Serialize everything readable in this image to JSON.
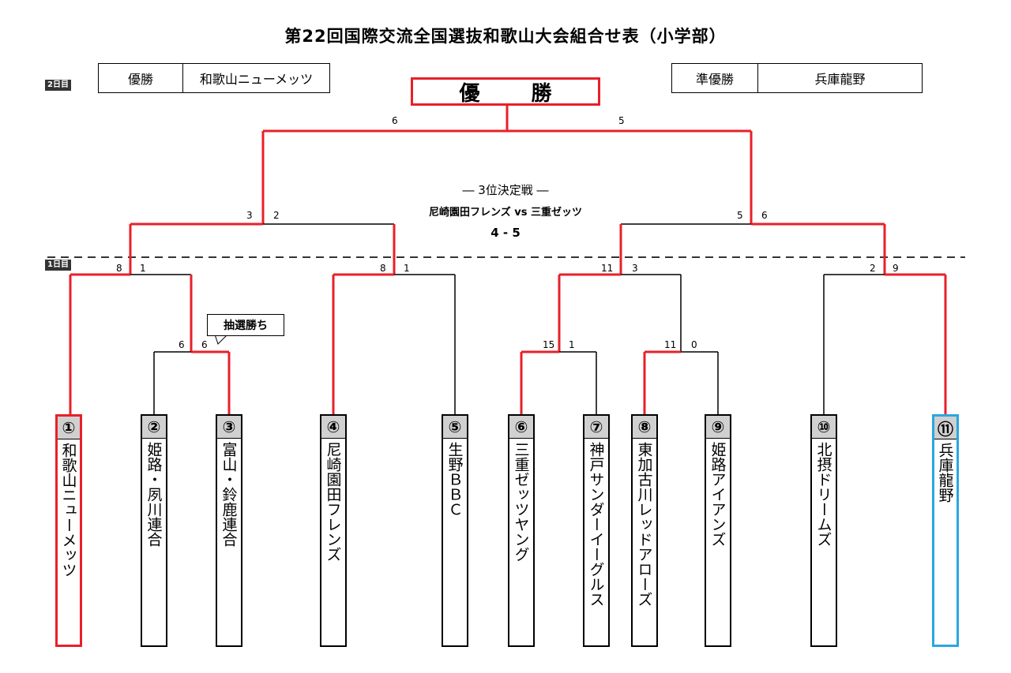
{
  "title": "第22回国際交流全国選抜和歌山大会組合せ表（小学部）",
  "results": {
    "winner_label": "優勝",
    "winner_team": "和歌山ニューメッツ",
    "runner_label": "準優勝",
    "runner_team": "兵庫龍野"
  },
  "day_labels": {
    "day2": "2日目",
    "day1": "1日目"
  },
  "champion_box": "優 勝",
  "third_place": {
    "heading": "― 3位決定戦 ―",
    "match": "尼崎園田フレンズ vs 三重ゼッツ",
    "score": "4 - 5"
  },
  "lottery_note": "抽選勝ち",
  "colors": {
    "win_line": "#e8202a",
    "lose_line": "#000000",
    "runner_border": "#2aa7e0",
    "number_bg": "#d0d0d0"
  },
  "scores": {
    "final_left": "6",
    "final_right": "5",
    "semi_left_a": "3",
    "semi_left_b": "2",
    "semi_right_a": "5",
    "semi_right_b": "6",
    "q1_a": "8",
    "q1_b": "1",
    "q2_a": "8",
    "q2_b": "1",
    "q3_a": "11",
    "q3_b": "3",
    "q4_a": "2",
    "q4_b": "9",
    "r1_a": "6",
    "r1_b": "6",
    "r2_a": "15",
    "r2_b": "1",
    "r3_a": "11",
    "r3_b": "0"
  },
  "teams": [
    {
      "num": "①",
      "name": "和歌山ニューメッツ"
    },
    {
      "num": "②",
      "name": "姫路・夙川連合"
    },
    {
      "num": "③",
      "name": "富山・鈴鹿連合"
    },
    {
      "num": "④",
      "name": "尼崎園田フレンズ"
    },
    {
      "num": "⑤",
      "name": "生野ＢＢＣ"
    },
    {
      "num": "⑥",
      "name": "三重ゼッツヤング"
    },
    {
      "num": "⑦",
      "name": "神戸サンダーイーグルス"
    },
    {
      "num": "⑧",
      "name": "東加古川レッドアローズ"
    },
    {
      "num": "⑨",
      "name": "姫路アイアンズ"
    },
    {
      "num": "⑩",
      "name": "北摂ドリームズ"
    },
    {
      "num": "⑪",
      "name": "兵庫龍野"
    }
  ]
}
